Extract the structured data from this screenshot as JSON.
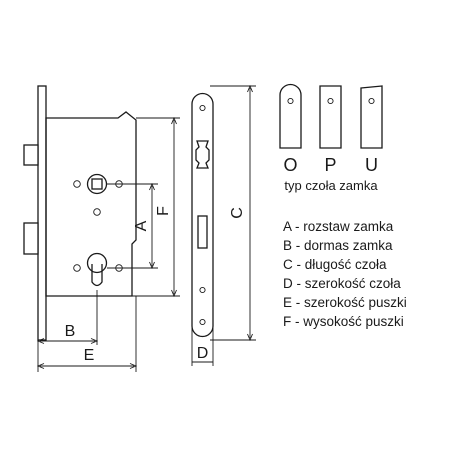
{
  "dimension_letters": {
    "a": "A",
    "b": "B",
    "c": "C",
    "d": "D",
    "e": "E",
    "f": "F"
  },
  "faceplate_types": {
    "labels": [
      "O",
      "P",
      "U"
    ],
    "caption": "typ czoła zamka"
  },
  "legend": [
    "A - rozstaw zamka",
    "B - dormas zamka",
    "C - długość czoła",
    "D - szerokość czoła",
    "E - szerokość puszki",
    "F - wysokość puszki"
  ],
  "colors": {
    "line": "#1a1a1a",
    "background": "#ffffff"
  }
}
